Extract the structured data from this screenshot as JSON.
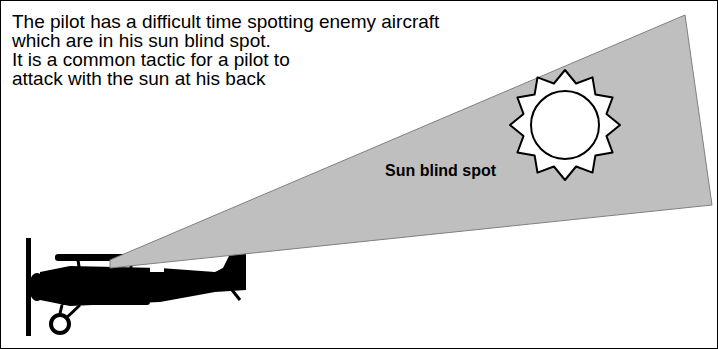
{
  "diagram": {
    "nodes": [
      {
        "text": [
          "Sun blind spot"
        ]
      }
    ],
    "labels": [
      "The pilot has a difficult time spotting enemy aircraft which are in his sun blind spot.",
      "It is a common tactic for a pilot to attack with the sun at his back"
    ]
  }
}
